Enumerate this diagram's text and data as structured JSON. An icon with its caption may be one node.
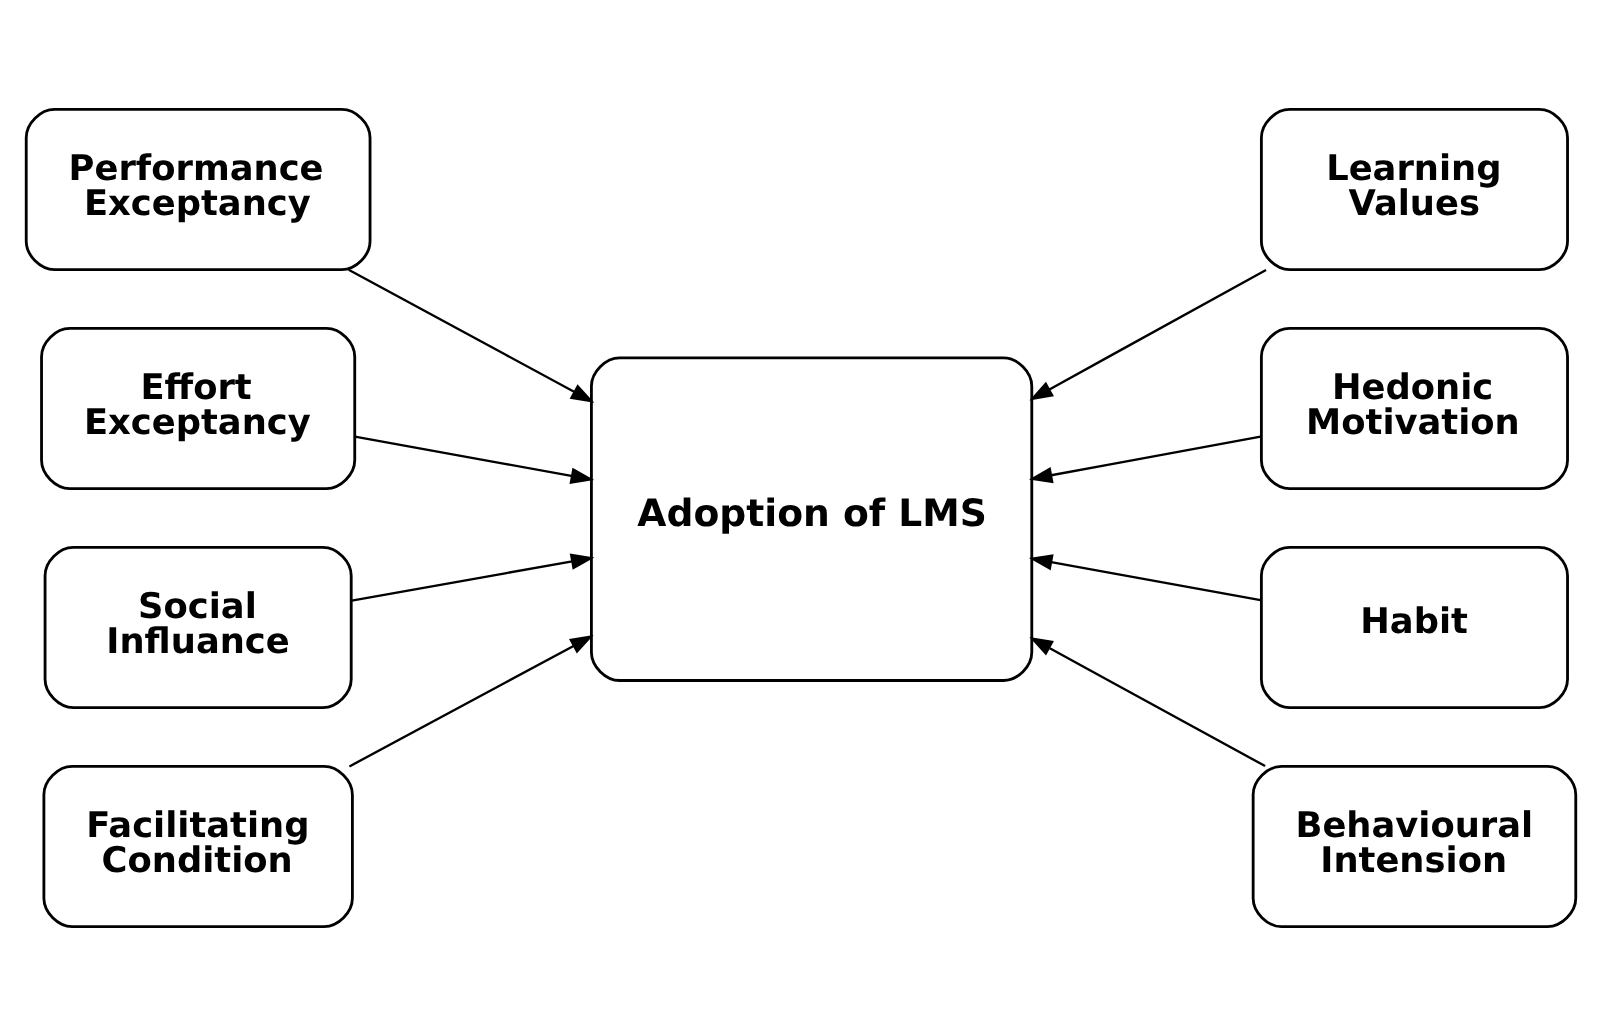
{
  "diagram": {
    "nodes": [
      {
        "text": [
          "Performance Exceptancy"
        ]
      },
      {
        "text": [
          "Effort Exceptancy"
        ]
      },
      {
        "text": [
          "Social Influance"
        ]
      },
      {
        "text": [
          "Facilitating Condition"
        ]
      },
      {
        "text": [
          "Learning Values"
        ]
      },
      {
        "text": [
          "Hedonic Motivation"
        ]
      },
      {
        "text": [
          "Habit"
        ]
      },
      {
        "text": [
          "Behavioural Intension"
        ]
      },
      {
        "text": [
          "Adoption of LMS"
        ]
      }
    ],
    "edges": [
      {
        "from": 0,
        "to": 8,
        "arrow": "to"
      },
      {
        "from": 1,
        "to": 8,
        "arrow": "to"
      },
      {
        "from": 2,
        "to": 8,
        "arrow": "to"
      },
      {
        "from": 3,
        "to": 8,
        "arrow": "to"
      },
      {
        "from": 4,
        "to": 8,
        "arrow": "to"
      },
      {
        "from": 5,
        "to": 8,
        "arrow": "to"
      },
      {
        "from": 6,
        "to": 8,
        "arrow": "to"
      },
      {
        "from": 7,
        "to": 8,
        "arrow": "to"
      }
    ]
  }
}
